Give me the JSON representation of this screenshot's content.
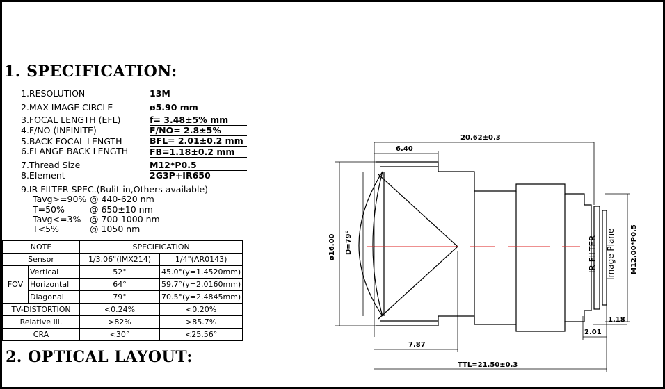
{
  "section1_title": "1. SPECIFICATION:",
  "section2_title": "2. OPTICAL  LAYOUT:",
  "specs": [
    {
      "label": "1.RESOLUTION",
      "value": "13M"
    },
    {
      "label": "2.MAX IMAGE CIRCLE",
      "value": "ø5.90  mm"
    },
    {
      "label": "3.FOCAL LENGTH (EFL)",
      "value": "f= 3.48±5%  mm"
    },
    {
      "label": "4.F/NO  (INFINITE)",
      "value": "F/NO= 2.8±5%"
    },
    {
      "label": "5.BACK FOCAL LENGTH",
      "value": "BFL= 2.01±0.2 mm"
    },
    {
      "label": "6.FLANGE BACK LENGTH",
      "value": "FB=1.18±0.2 mm"
    },
    {
      "label": "7.Thread Size",
      "value": "M12*P0.5"
    },
    {
      "label": "8.Element",
      "value": "2G3P+IR650"
    }
  ],
  "ir_filter": {
    "title": "9.IR FILTER SPEC.(Bulit-in,Others available)",
    "lines": [
      {
        "cond": "Tavg>=90%",
        "val": "@ 440-620 nm"
      },
      {
        "cond": "T=50%",
        "val": "@ 650±10 nm"
      },
      {
        "cond": "Tavg<=3%",
        "val": "@ 700-1000 nm"
      },
      {
        "cond": "T<5%",
        "val": "@ 1050 nm"
      }
    ]
  },
  "table": {
    "note": "NOTE",
    "specification": "SPECIFICATION",
    "sensor": "Sensor",
    "sensor_a": "1/3.06\"(IMX214)",
    "sensor_b": "1/4\"(AR0143)",
    "fov": "FOV",
    "vertical": "Vertical",
    "vertical_a": "52°",
    "vertical_b": "45.0°(y=1.4520mm)",
    "horizontal": "Horizontal",
    "horizontal_a": "64°",
    "horizontal_b": "59.7°(y=2.0160mm)",
    "diagonal": "Diagonal",
    "diagonal_a": "79°",
    "diagonal_b": "70.5°(y=2.4845mm)",
    "tvd": "TV-DISTORTION",
    "tvd_a": "<0.24%",
    "tvd_b": "<0.20%",
    "rel": "Relative Ill.",
    "rel_a": ">82%",
    "rel_b": ">85.7%",
    "cra": "CRA",
    "cra_a": "<30°",
    "cra_b": "<25.56°"
  },
  "drawing": {
    "overall_length": "20.62±0.3",
    "front_len": "6.40",
    "diameter": "ø16.00",
    "fov_label": "D=79°",
    "thread": "M12.00*P0.5",
    "ir_filter_label": "IR FILTER",
    "image_plane_label": "Image Plane",
    "mid_len": "7.87",
    "fb": "1.18",
    "bfl": "2.01",
    "ttl": "TTL=21.50±0.3"
  }
}
